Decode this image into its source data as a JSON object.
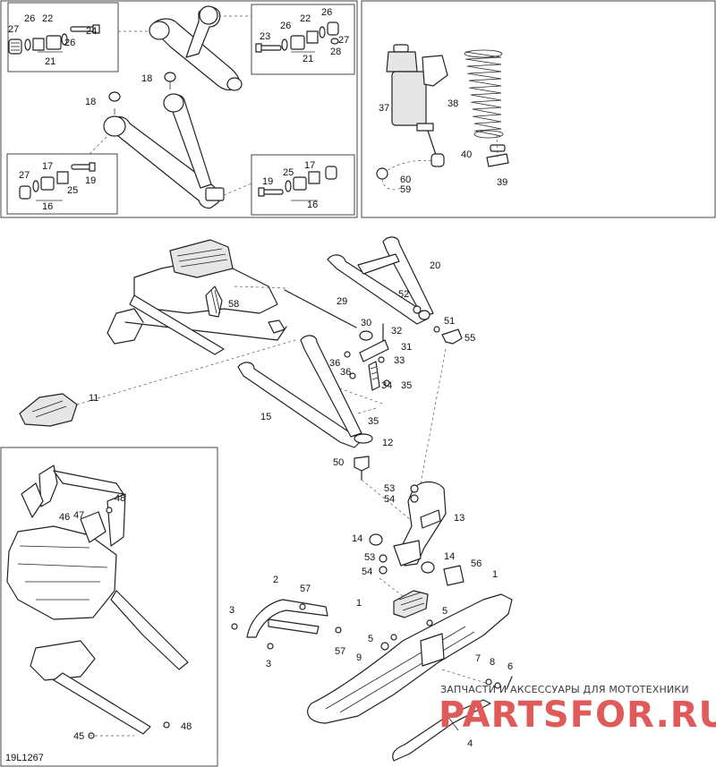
{
  "diagram_code": "19L1267",
  "watermark": {
    "tagline": "ЗАПЧАСТИ И АКСЕССУАРЫ ДЛЯ МОТОТЕХНИКИ",
    "logo": "PARTSFOR.RU"
  },
  "callouts": {
    "c1a": "1",
    "c1b": "1",
    "c2": "2",
    "c3a": "3",
    "c3b": "3",
    "c4": "4",
    "c5a": "5",
    "c5b": "5",
    "c6": "6",
    "c7": "7",
    "c8": "8",
    "c9": "9",
    "c11": "11",
    "c12": "12",
    "c13": "13",
    "c14a": "14",
    "c14b": "14",
    "c15": "15",
    "c16a": "16",
    "c16b": "16",
    "c17a": "17",
    "c17b": "17",
    "c18a": "18",
    "c18b": "18",
    "c19a": "19",
    "c19b": "19",
    "c20": "20",
    "c21a": "21",
    "c21b": "21",
    "c22a": "22",
    "c22b": "22",
    "c23": "23",
    "c24": "24",
    "c25a": "25",
    "c25b": "25",
    "c26a": "26",
    "c26b": "26",
    "c26c": "26",
    "c26d": "26",
    "c27a": "27",
    "c27b": "27",
    "c27c": "27",
    "c28": "28",
    "c29": "29",
    "c30": "30",
    "c31": "31",
    "c32": "32",
    "c33": "33",
    "c34": "34",
    "c35a": "35",
    "c35b": "35",
    "c36a": "36",
    "c36b": "36",
    "c37": "37",
    "c38": "38",
    "c39": "39",
    "c40": "40",
    "c45": "45",
    "c46": "46",
    "c47": "47",
    "c48a": "48",
    "c48b": "48",
    "c50": "50",
    "c51": "51",
    "c52": "52",
    "c53a": "53",
    "c53b": "53",
    "c54a": "54",
    "c54b": "54",
    "c55": "55",
    "c56": "56",
    "c57a": "57",
    "c57b": "57",
    "c58": "58",
    "c59": "59",
    "c60": "60"
  }
}
